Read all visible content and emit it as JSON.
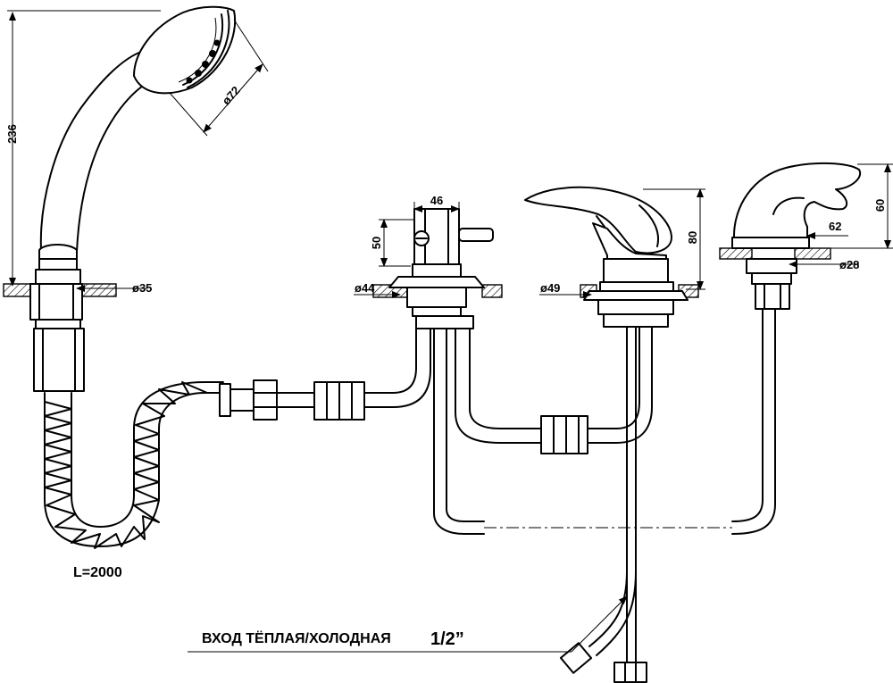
{
  "dimensions": {
    "shower_height": "236",
    "shower_head_diameter": "ø72",
    "shower_base_diameter": "ø35",
    "diverter_width": "46",
    "diverter_height": "50",
    "diverter_base_diameter": "ø44",
    "mixer_height": "80",
    "mixer_base_diameter": "ø49",
    "spout_height": "60",
    "spout_reach": "62",
    "spout_base_diameter": "ø28"
  },
  "hose_length": "L=2000",
  "inlet_note": "ВХОД ТЁПЛАЯ/ХОЛОДНАЯ",
  "inlet_size": "1/2”"
}
